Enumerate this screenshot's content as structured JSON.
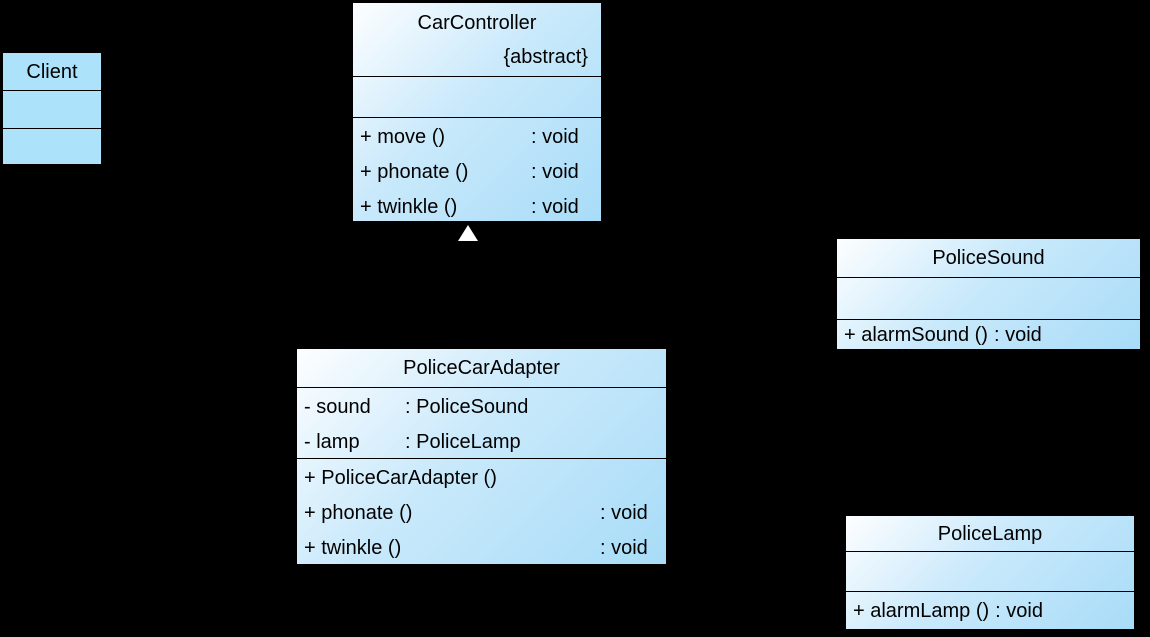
{
  "background_color": "#000000",
  "colors": {
    "box_gradient_start": "#FDFEFF",
    "box_gradient_end": "#A8DCF8",
    "box_flat_fill": "#ADE2FB",
    "box_border": "#000000",
    "text": "#000000",
    "generalization_arrowhead_fill": "#FFFFFF"
  },
  "diagram": {
    "type": "uml-class-diagram",
    "classes": [
      {
        "id": "client",
        "name": "Client",
        "stereotype": "",
        "attributes": [],
        "methods": []
      },
      {
        "id": "car-controller",
        "name": "CarController",
        "stereotype": "{abstract}",
        "attributes": [],
        "methods": [
          {
            "signature": "+ move ()",
            "returns": ": void"
          },
          {
            "signature": "+ phonate ()",
            "returns": ": void"
          },
          {
            "signature": "+ twinkle ()",
            "returns": ": void"
          }
        ]
      },
      {
        "id": "police-sound",
        "name": "PoliceSound",
        "stereotype": "",
        "attributes": [],
        "methods": [
          {
            "signature": "+ alarmSound ()",
            "returns": ": void"
          }
        ]
      },
      {
        "id": "police-car-adapter",
        "name": "PoliceCarAdapter",
        "stereotype": "",
        "attributes": [
          {
            "name": "- sound",
            "type": ": PoliceSound"
          },
          {
            "name": "- lamp",
            "type": ": PoliceLamp"
          }
        ],
        "methods": [
          {
            "signature": "+ PoliceCarAdapter ()",
            "returns": ""
          },
          {
            "signature": "+ phonate ()",
            "returns": ": void"
          },
          {
            "signature": "+ twinkle ()",
            "returns": ": void"
          }
        ]
      },
      {
        "id": "police-lamp",
        "name": "PoliceLamp",
        "stereotype": "",
        "attributes": [],
        "methods": [
          {
            "signature": "+ alarmLamp ()",
            "returns": ": void"
          }
        ]
      }
    ],
    "relationships": [
      {
        "type": "generalization",
        "from": "PoliceCarAdapter",
        "to": "CarController",
        "marker": "hollow-triangle-up"
      }
    ]
  }
}
